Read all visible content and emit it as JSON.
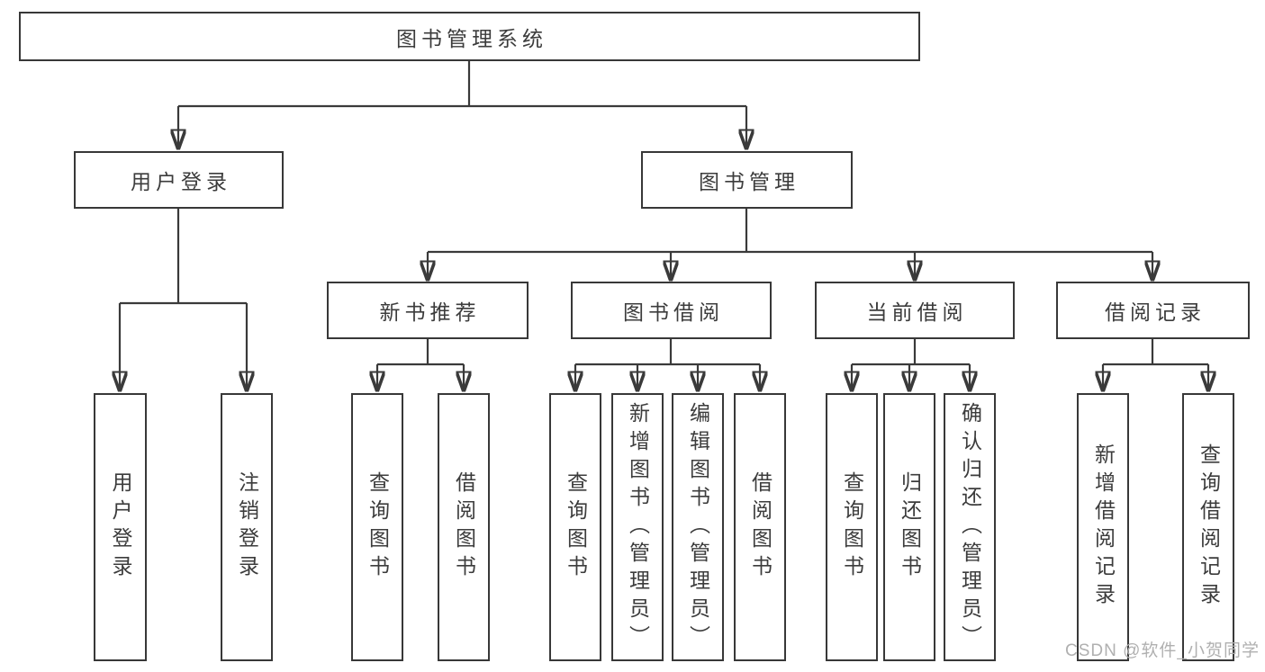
{
  "diagram": {
    "root": {
      "label": "图书管理系统"
    },
    "user_login": {
      "label": "用户登录",
      "children": {
        "login": {
          "label": "用户登录"
        },
        "logout": {
          "label": "注销登录"
        }
      }
    },
    "book_mgmt": {
      "label": "图书管理"
    },
    "new_books": {
      "label": "新书推荐",
      "children": {
        "search_books": {
          "label": "查询图书"
        },
        "borrow_books": {
          "label": "借阅图书"
        }
      }
    },
    "borrowing": {
      "label": "图书借阅",
      "children": {
        "search_books": {
          "label": "查询图书"
        },
        "add_books": {
          "label": "新增图书（管理员）"
        },
        "edit_books": {
          "label": "编辑图书（管理员）"
        },
        "borrow_books": {
          "label": "借阅图书"
        }
      }
    },
    "current_borrow": {
      "label": "当前借阅",
      "children": {
        "search_books": {
          "label": "查询图书"
        },
        "return_books": {
          "label": "归还图书"
        },
        "confirm_return": {
          "label": "确认归还（管理员）"
        }
      }
    },
    "borrow_records": {
      "label": "借阅记录",
      "children": {
        "add_record": {
          "label": "新增借阅记录"
        },
        "search_record": {
          "label": "查询借阅记录"
        }
      }
    }
  },
  "watermark": {
    "text": "CSDN @软件_小贺同学"
  },
  "colors": {
    "line": "#3a3a3a",
    "text": "#3c3c3c",
    "watermark": "#b0b0b0",
    "background": "#ffffff"
  }
}
